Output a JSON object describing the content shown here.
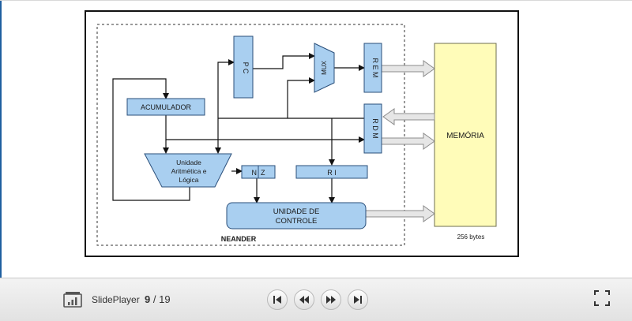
{
  "diagram": {
    "frame_label": "NEANDER",
    "pc": "P C",
    "mux": "MUX",
    "rem": "R E M",
    "rdm": "R D M",
    "acumulador": "ACUMULADOR",
    "ula_line1": "Unidade",
    "ula_line2": "Aritmética e",
    "ula_line3": "Lógica",
    "nz": "N  Z",
    "ri": "R I",
    "uc_line1": "UNIDADE DE",
    "uc_line2": "CONTROLE",
    "memoria": "MEMÓRIA",
    "memory_size": "256 bytes"
  },
  "toolbar": {
    "brand": "SlidePlayer",
    "current_page": "9",
    "separator": "/",
    "total_pages": "19",
    "icons": [
      "slideplayer-logo-icon",
      "first-slide-icon",
      "previous-slide-icon",
      "next-slide-icon",
      "last-slide-icon",
      "fullscreen-icon"
    ]
  },
  "colors": {
    "block_fill": "#a9cff0",
    "block_stroke": "#2a4f7a",
    "memory_fill": "#fffcb9",
    "arrow_fill": "#e6e6e6"
  }
}
